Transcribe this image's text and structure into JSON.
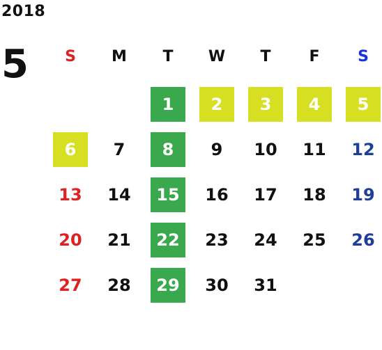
{
  "year": "2018",
  "month": "5",
  "weekdays": [
    "S",
    "M",
    "T",
    "W",
    "T",
    "F",
    "S"
  ],
  "days": [
    "1",
    "2",
    "3",
    "4",
    "5",
    "6",
    "7",
    "8",
    "9",
    "10",
    "11",
    "12",
    "13",
    "14",
    "15",
    "16",
    "17",
    "18",
    "19",
    "20",
    "21",
    "22",
    "23",
    "24",
    "25",
    "26",
    "27",
    "28",
    "29",
    "30",
    "31"
  ],
  "first_weekday_index": 2,
  "highlight_green": [
    "1",
    "8",
    "15",
    "22",
    "29"
  ],
  "highlight_yellow": [
    "2",
    "3",
    "4",
    "5",
    "6"
  ],
  "colors": {
    "default": "#111111",
    "sunday": "#dd2222",
    "saturday_header": "#1a33dd",
    "saturday": "#1e3f99",
    "highlight_text": "#ffffff",
    "green": "#3aa94d",
    "yellow": "#d6df22"
  }
}
